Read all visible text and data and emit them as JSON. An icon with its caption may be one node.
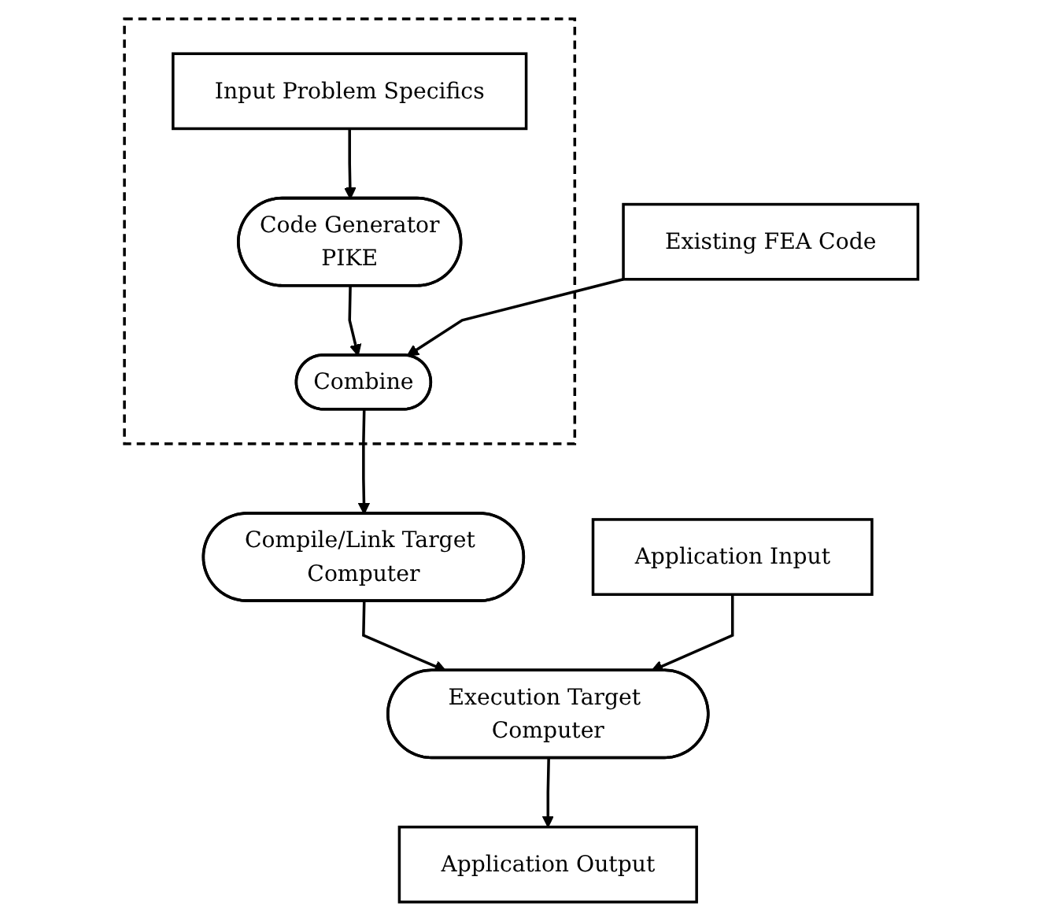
{
  "diagram": {
    "nodes": [
      {
        "text": [],
        "shape": "box"
      },
      {
        "text": [
          "Input Problem Specifics"
        ],
        "in": 0
      },
      {
        "text": [
          "Code Generator",
          "PIKE"
        ],
        "in": 0
      },
      {
        "text": [
          "Existing FEA Code"
        ]
      },
      {
        "text": [
          "Combine"
        ],
        "in": 0
      },
      {
        "text": [
          "Compile/Link Target Computer"
        ]
      },
      {
        "text": [
          "Application Input"
        ]
      },
      {
        "text": [
          "Execution Target Computer"
        ]
      },
      {
        "text": [
          "Application Output"
        ]
      }
    ],
    "edges": [
      {
        "from": 1,
        "to": 2,
        "arrow": "to"
      },
      {
        "from": 2,
        "to": 4,
        "arrow": "to"
      },
      {
        "from": 3,
        "to": 4,
        "arrow": "to"
      },
      {
        "from": 4,
        "to": 5,
        "arrow": "to"
      },
      {
        "from": 5,
        "to": 7,
        "arrow": "to"
      },
      {
        "from": 6,
        "to": 7,
        "arrow": "to"
      },
      {
        "from": 7,
        "to": 8,
        "arrow": "to"
      }
    ]
  }
}
